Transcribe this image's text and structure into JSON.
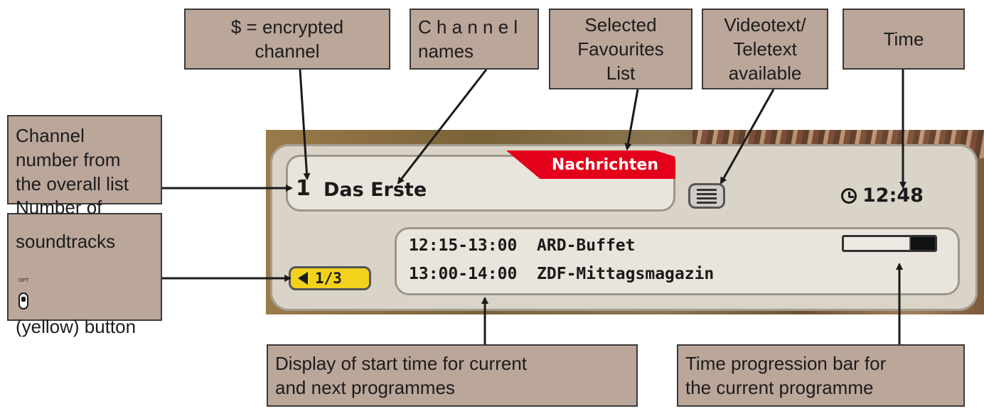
{
  "callouts": {
    "encrypted": [
      "$ = encrypted",
      "channel"
    ],
    "channel_names": [
      "C h a n n e l",
      "names"
    ],
    "favourites": [
      "Selected",
      "Favourites",
      "List"
    ],
    "videotext": [
      "Videotext/",
      "Teletext",
      "available"
    ],
    "time": [
      "Time"
    ],
    "channel_number": [
      "Channel",
      "number from",
      "the overall list"
    ],
    "soundtracks": [
      "Number of",
      "soundtracks",
      "(yellow) button"
    ],
    "start_time": [
      "Display of start time for current",
      "and next programmes"
    ],
    "progress_bar": [
      "Time progression bar for",
      "the current programme"
    ]
  },
  "opt_button": {
    "label": "OPT",
    "icon": "opt-remote-button-icon"
  },
  "banner": {
    "channel_number": "1",
    "channel_name": "Das Erste",
    "favourites_list": "Nachrichten",
    "teletext_icon": "teletext-icon",
    "clock_icon": "clock-icon",
    "time": "12:48",
    "soundtracks": "1/3",
    "programmes": [
      {
        "time": "12:15-13:00",
        "title": "ARD-Buffet"
      },
      {
        "time": "13:00-14:00",
        "title": "ZDF-Mittagsmagazin"
      }
    ],
    "progress": 0.72
  },
  "colors": {
    "callout_bg": "#bba69a",
    "favourites_tab": "#e2001a",
    "soundtrack_badge": "#f2d21c",
    "banner_bg": "#d9d3c8"
  }
}
